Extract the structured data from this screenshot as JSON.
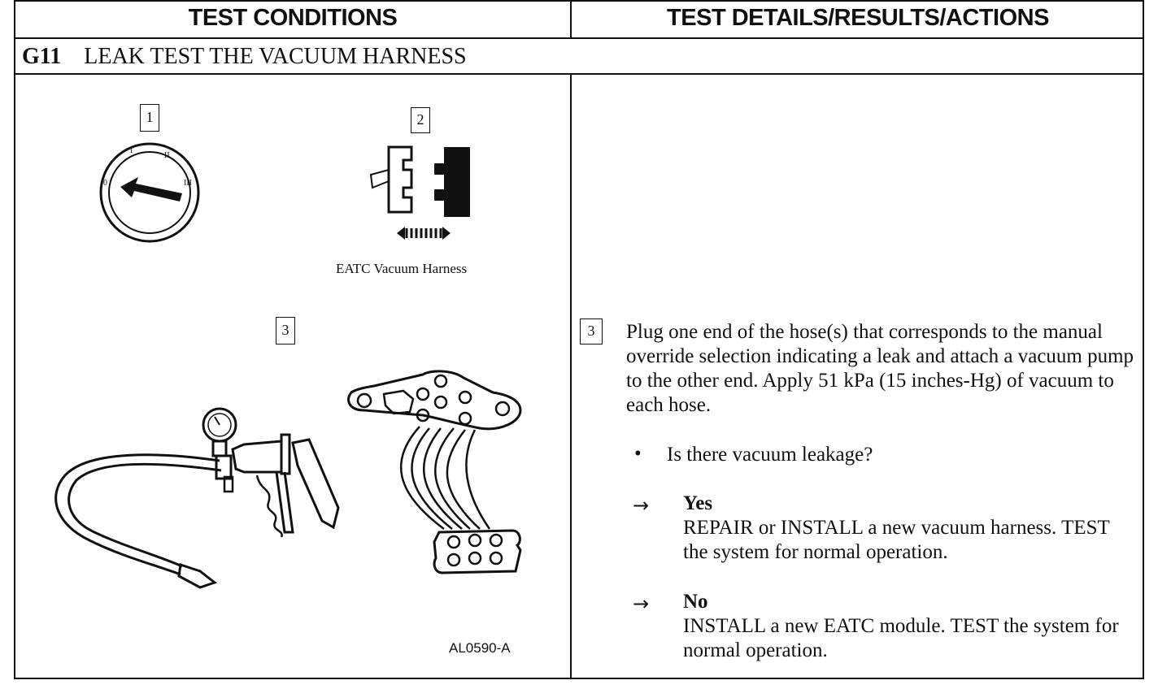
{
  "header": {
    "left": "TEST CONDITIONS",
    "right": "TEST DETAILS/RESULTS/ACTIONS"
  },
  "test": {
    "code": "G11",
    "title": "LEAK TEST THE VACUUM HARNESS"
  },
  "figure": {
    "callout_1": "1",
    "callout_2": "2",
    "callout_3": "3",
    "dial_labels": [
      "0",
      "I",
      "II",
      "III"
    ],
    "harness_caption": "EATC Vacuum Harness",
    "figure_id": "AL0590-A"
  },
  "step": {
    "number": "3",
    "instruction": "Plug one end of the hose(s) that corresponds to the manual override selection indicating a leak and attach a vacuum pump to the other end. Apply 51 kPa (15 inches-Hg) of vacuum to each hose.",
    "question_bullet": "•",
    "question": "Is there vacuum leakage?",
    "arrow_glyph": "→",
    "yes": {
      "label": "Yes",
      "action": "REPAIR or INSTALL a new vacuum harness. TEST the system for normal operation."
    },
    "no": {
      "label": "No",
      "action": "INSTALL a new EATC module. TEST the system for normal operation."
    }
  }
}
